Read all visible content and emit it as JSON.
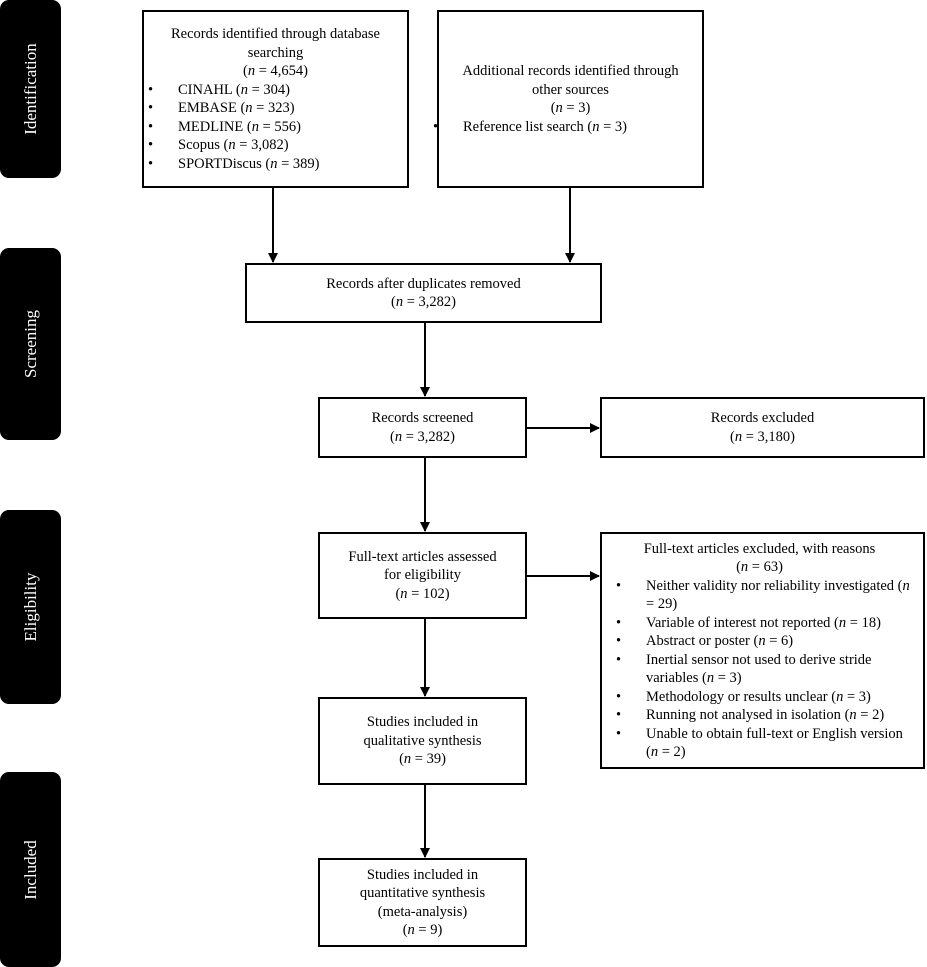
{
  "stages": [
    "Identification",
    "Screening",
    "Eligibility",
    "Included"
  ],
  "db_search": {
    "title1": "Records identified through database",
    "title2": "searching",
    "n": "4,654",
    "items": [
      {
        "label": "CINAHL",
        "n": "304"
      },
      {
        "label": "EMBASE",
        "n": "323"
      },
      {
        "label": "MEDLINE",
        "n": "556"
      },
      {
        "label": "Scopus",
        "n": "3,082"
      },
      {
        "label": "SPORTDiscus",
        "n": "389"
      }
    ]
  },
  "other_sources": {
    "title1": "Additional records identified through",
    "title2": "other sources",
    "n": "3",
    "items": [
      {
        "label": "Reference list search",
        "n": "3"
      }
    ]
  },
  "dedup": {
    "title": "Records after duplicates removed",
    "n": "3,282"
  },
  "screened": {
    "title": "Records screened",
    "n": "3,282"
  },
  "excluded": {
    "title": "Records excluded",
    "n": "3,180"
  },
  "fulltext": {
    "title1": "Full-text articles assessed",
    "title2": "for eligibility",
    "n": "102"
  },
  "fulltext_excluded": {
    "title": "Full-text articles excluded, with reasons",
    "n": "63",
    "items": [
      {
        "label": "Neither validity nor reliability investigated",
        "n": "29"
      },
      {
        "label": "Variable of interest not reported",
        "n": "18"
      },
      {
        "label": "Abstract or poster",
        "n": "6"
      },
      {
        "label": "Inertial sensor not used to derive stride variables",
        "n": "3"
      },
      {
        "label": "Methodology or results unclear",
        "n": "3"
      },
      {
        "label": "Running not analysed in isolation",
        "n": "2"
      },
      {
        "label": "Unable to obtain full-text or English version",
        "n": "2"
      }
    ]
  },
  "qualitative": {
    "title1": "Studies included in",
    "title2": "qualitative synthesis",
    "n": "39"
  },
  "quantitative": {
    "title1": "Studies included in",
    "title2": "quantitative synthesis",
    "title3": "(meta-analysis)",
    "n": "9"
  }
}
